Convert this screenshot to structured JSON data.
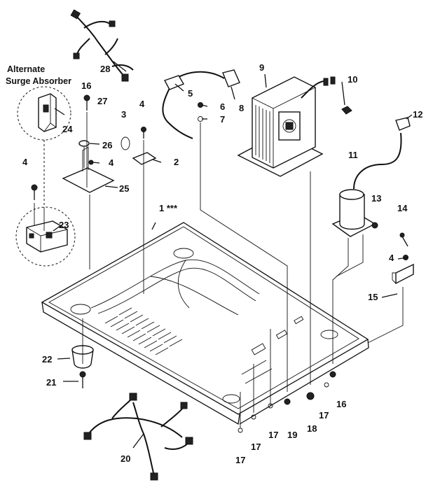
{
  "title_lines": [
    "Alternate",
    "Surge Absorber"
  ],
  "parts": {
    "p1": "1 ***",
    "p2": "2",
    "p3": "3",
    "p4a": "4",
    "p4b": "4",
    "p4c": "4",
    "p4d": "4",
    "p5": "5",
    "p6": "6",
    "p7": "7",
    "p8": "8",
    "p9": "9",
    "p10": "10",
    "p11": "11",
    "p12": "12",
    "p13": "13",
    "p14": "14",
    "p15": "15",
    "p16a": "16",
    "p16b": "16",
    "p17a": "17",
    "p17b": "17",
    "p17c": "17",
    "p17d": "17",
    "p18": "18",
    "p19": "19",
    "p20": "20",
    "p21": "21",
    "p22": "22",
    "p23": "23",
    "p24": "24",
    "p25": "25",
    "p26": "26",
    "p27": "27",
    "p28": "28"
  }
}
